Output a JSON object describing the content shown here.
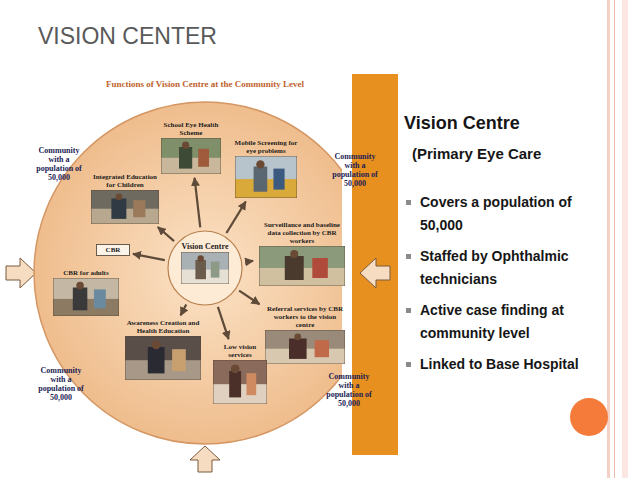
{
  "diagram": {
    "title": "VISION CENTER",
    "nodes": [
      {
        "text": [
          "Functions of Vision Centre at the Community Level"
        ]
      },
      {
        "text": [
          "Vision Centre"
        ],
        "in": 0
      },
      {
        "text": [
          "School Eye Health Scheme"
        ],
        "in": 0
      },
      {
        "text": [
          "Mobile Screening for eye problems"
        ],
        "in": 0
      },
      {
        "text": [
          "Integrated Education for Children"
        ],
        "in": 0
      },
      {
        "text": [
          "Surveillance and baseline data collection by CBR workers"
        ],
        "in": 0
      },
      {
        "text": [
          "CBR"
        ],
        "in": 0
      },
      {
        "text": [
          "CBR for adults"
        ],
        "in": 0
      },
      {
        "text": [
          "Referral services by CBR workers to the vision centre"
        ],
        "in": 0
      },
      {
        "text": [
          "Awareness Creation and Health Education"
        ],
        "in": 0
      },
      {
        "text": [
          "Low vision services"
        ],
        "in": 0
      }
    ],
    "edges": [
      {
        "from": 1,
        "to": 2,
        "arrow": "to"
      },
      {
        "from": 1,
        "to": 3,
        "arrow": "to"
      },
      {
        "from": 1,
        "to": 4,
        "arrow": "to"
      },
      {
        "from": 1,
        "to": 5,
        "arrow": "to"
      },
      {
        "from": 1,
        "to": 6,
        "arrow": "to"
      },
      {
        "from": 1,
        "to": 8,
        "arrow": "to"
      },
      {
        "from": 1,
        "to": 9,
        "arrow": "to"
      },
      {
        "from": 1,
        "to": 10,
        "arrow": "to"
      }
    ],
    "labels": [
      "Community with a population of 50,000",
      "Community with a population of 50,000",
      "Community with a population of 50,000",
      "Community with a population of 50,000",
      "Vision Centre",
      "(Primary Eye Care",
      "Covers a population of 50,000",
      "Staffed by Ophthalmic technicians",
      "Active case finding at community level",
      "Linked to Base Hospital"
    ]
  }
}
